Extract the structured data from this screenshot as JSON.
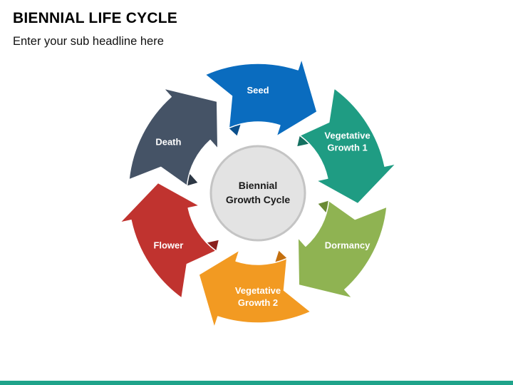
{
  "slide": {
    "title": "BIENNIAL LIFE CYCLE",
    "subtitle": "Enter your sub headline here"
  },
  "center": {
    "line1": "Biennial",
    "line2": "Growth Cycle",
    "fill": "#e3e3e3",
    "stroke": "#c4c4c4"
  },
  "stages": [
    {
      "line1": "Seed",
      "line2": "",
      "color": "#0a6cbf",
      "fold": "#0a4f8c"
    },
    {
      "line1": "Vegetative",
      "line2": "Growth 1",
      "color": "#1f9c83",
      "fold": "#137060"
    },
    {
      "line1": "Dormancy",
      "line2": "",
      "color": "#8fb352",
      "fold": "#6a8a35"
    },
    {
      "line1": "Vegetative",
      "line2": "Growth 2",
      "color": "#f29a22",
      "fold": "#c46f0e"
    },
    {
      "line1": "Flower",
      "line2": "",
      "color": "#c0332f",
      "fold": "#8a201d"
    },
    {
      "line1": "Death",
      "line2": "",
      "color": "#455366",
      "fold": "#2d3744"
    }
  ],
  "accent": "#1fa38a"
}
